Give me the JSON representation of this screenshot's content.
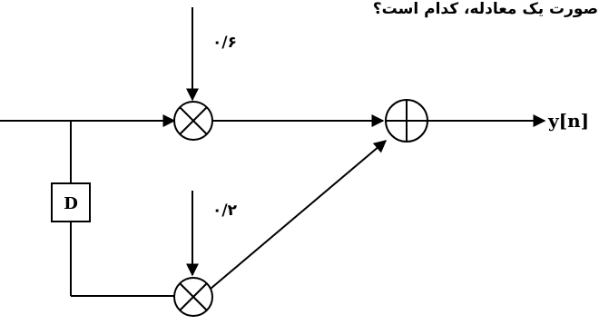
{
  "caption": "صورت یک معادله، کدام است؟",
  "multiplier_top": {
    "coefficient": "۰/۶",
    "symbol": "×"
  },
  "multiplier_bottom": {
    "coefficient": "۰/۲",
    "symbol": "×"
  },
  "adder": {
    "symbol": "+"
  },
  "delay_block": {
    "label": "D"
  },
  "output": {
    "label": "y[n]"
  }
}
